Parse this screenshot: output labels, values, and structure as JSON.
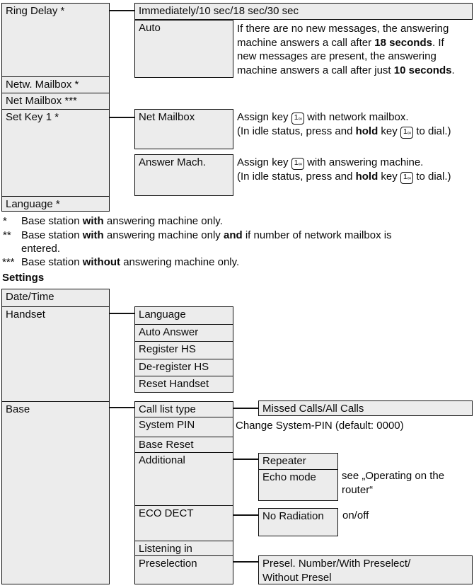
{
  "colors": {
    "box_fill": "#ececec",
    "border": "#111111",
    "background": "#ffffff",
    "text": "#0a0a0a"
  },
  "key_icon": {
    "label": "1",
    "sub": "∞"
  },
  "tree1": {
    "left": [
      "Ring Delay *",
      "Netw. Mailbox *",
      "Net Mailbox ***",
      "Set Key 1 *",
      "Language *"
    ],
    "ring_delay_options": "Immediately/10 sec/18 sec/30 sec",
    "auto_label": "Auto",
    "auto_desc": {
      "l1": "If there are no new messages, the answering",
      "l2a": "machine answers a call after ",
      "l2b": "18 seconds",
      "l2c": ". If",
      "l3": "new messages are present, the answering",
      "l4a": "machine answers a call after just ",
      "l4b": "10 seconds",
      "l4c": "."
    },
    "net_mailbox_label": "Net Mailbox",
    "answer_mach_label": "Answer Mach.",
    "assign_net": {
      "a": "Assign key",
      "b": "with network mailbox.",
      "c": "(In idle status, press and ",
      "d": "hold",
      "e": " key",
      "f": "to dial.)"
    },
    "assign_am": {
      "a": "Assign key",
      "b": "with answering machine.",
      "c": "(In idle status, press and ",
      "d": "hold",
      "e": " key",
      "f": "to dial.)"
    }
  },
  "footnotes": {
    "f1": {
      "m": "*",
      "a": "Base station ",
      "b": "with",
      "c": " answering machine only."
    },
    "f2": {
      "m": "**",
      "a": "Base station ",
      "b": "with",
      "c": " answering machine only ",
      "d": "and",
      "e": " if number of network mailbox is",
      "f": "entered."
    },
    "f3": {
      "m": "***",
      "a": "Base station ",
      "b": "without",
      "c": " answering machine only."
    }
  },
  "settings": {
    "heading": "Settings",
    "left": [
      "Date/Time",
      "Handset",
      "Base"
    ],
    "handset_items": [
      "Language",
      "Auto Answer",
      "Register HS",
      "De-register HS",
      "Reset Handset"
    ],
    "base_items": [
      "Call list type",
      "System PIN",
      "Base Reset",
      "Additional",
      "ECO DECT",
      "Listening in",
      "Preselection"
    ],
    "call_list_options": "Missed Calls/All Calls",
    "system_pin_note": "Change System-PIN (default: 0000)",
    "additional_items": [
      "Repeater",
      "Echo mode"
    ],
    "echo_note": {
      "l1": "see „Operating on the",
      "l2": "router“"
    },
    "no_radiation_label": "No Radiation",
    "no_radiation_value": "on/off",
    "preselection_options": {
      "l1": "Presel. Number/With Preselect/",
      "l2": "Without Presel"
    }
  }
}
